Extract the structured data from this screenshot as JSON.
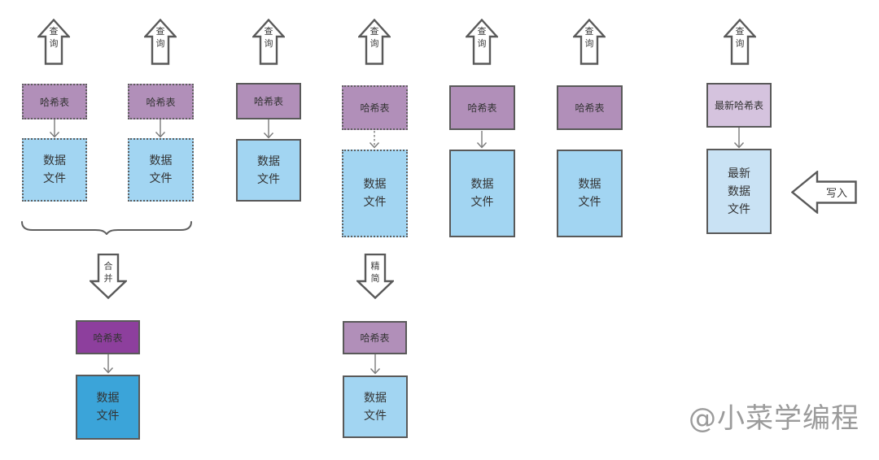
{
  "columns": [
    {
      "query": "查询",
      "hash": "哈希表",
      "data": "数据文件"
    },
    {
      "query": "查询",
      "hash": "哈希表",
      "data": "数据文件"
    },
    {
      "query": "查询",
      "hash": "哈希表",
      "data": "数据文件"
    },
    {
      "query": "查询",
      "hash": "哈希表",
      "data": "数据文件"
    },
    {
      "query": "查询",
      "hash": "哈希表",
      "data": "数据文件"
    },
    {
      "query": "查询",
      "hash": "哈希表",
      "data": "数据文件"
    },
    {
      "query": "查询",
      "hash": "最新哈希表",
      "data": "最新数据文件"
    }
  ],
  "merge_branch": {
    "label": "合并",
    "hash": "哈希表",
    "data": "数据文件"
  },
  "compact_branch": {
    "label": "精简",
    "hash": "哈希表",
    "data": "数据文件"
  },
  "write": {
    "label": "写入"
  },
  "watermark": {
    "text": "@小菜学编程"
  },
  "colors": {
    "box_purple": "#b18fb9",
    "box_purple_light": "#d5c3de",
    "box_purple_dark": "#8d3f9d",
    "box_blue": "#a2d5f2",
    "box_blue_light": "#c9e2f4",
    "box_blue_dark": "#3ba4d9",
    "outline": "#595959",
    "connector": "#7a7a7a",
    "watermark": "#9b9b9b",
    "background": "#ffffff",
    "text": "#333333"
  }
}
